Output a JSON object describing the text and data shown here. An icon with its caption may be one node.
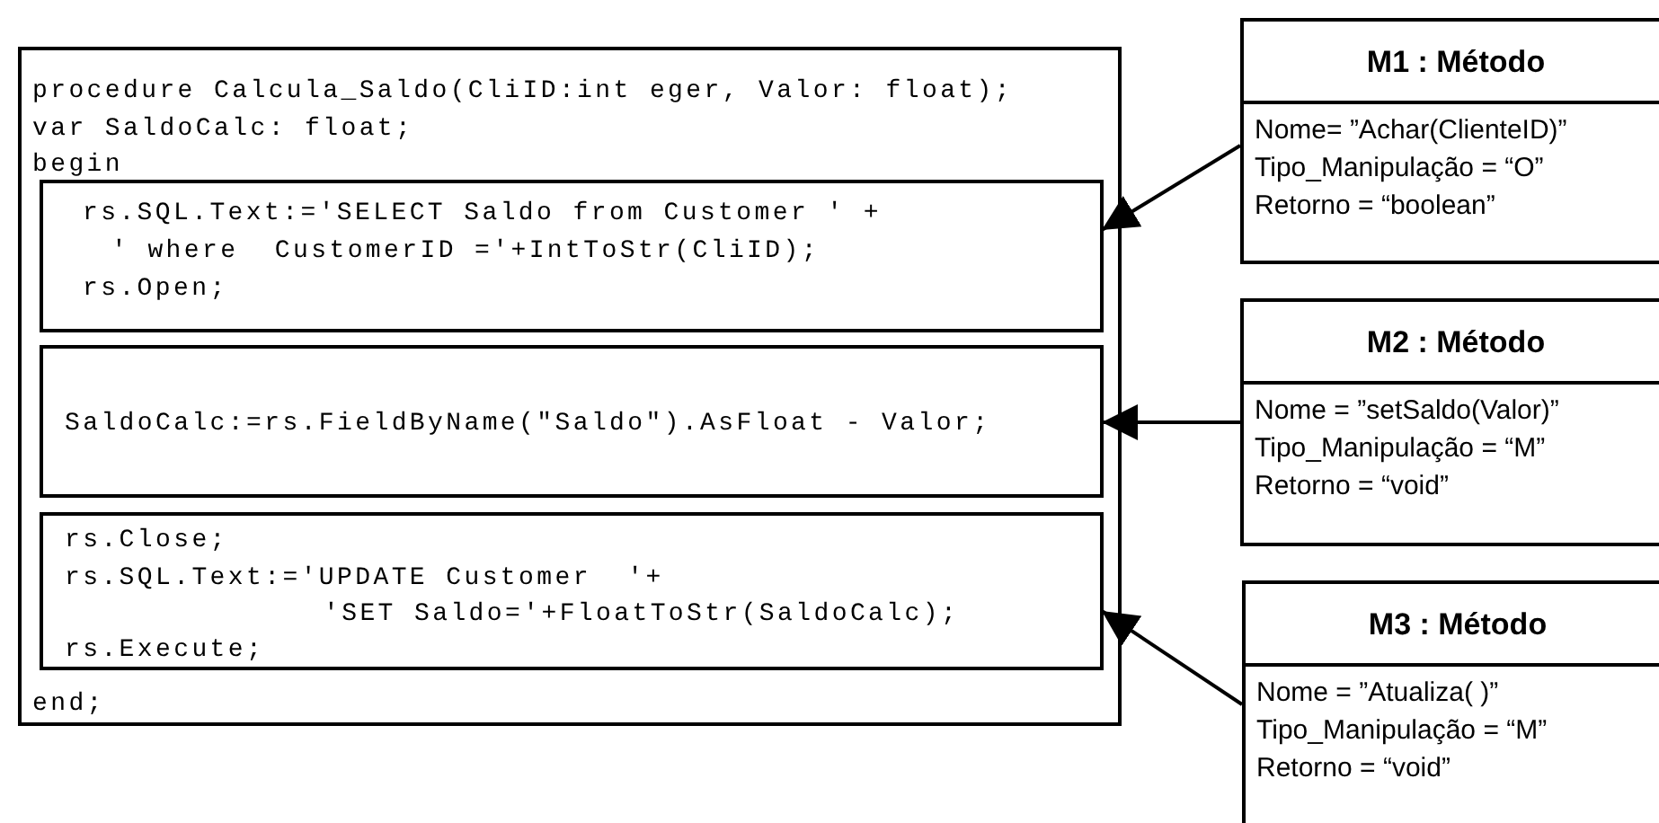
{
  "diagram": {
    "nodes": [
      {
        "text": [
          "procedure Calcula_Saldo(CliID:int eger, Valor: float);",
          "var SaldoCalc: float;",
          "begin",
          "end;"
        ]
      },
      {
        "text": [
          "rs.SQL.Text:='SELECT Saldo from Customer ' +",
          "' where  CustomerID ='+IntToStr(CliID);",
          "rs.Open;"
        ],
        "in": 0
      },
      {
        "text": [
          "SaldoCalc:=rs.FieldByName(\"Saldo\").AsFloat - Valor;"
        ],
        "in": 0
      },
      {
        "text": [
          "rs.Close;",
          "rs.SQL.Text:='UPDATE Customer  '+",
          "'SET Saldo='+FloatToStr(SaldoCalc);",
          "rs.Execute;"
        ],
        "in": 0
      },
      {
        "text": [
          "M1 : Método",
          "Nome= ”Achar(ClienteID)”",
          "Tipo_Manipulação = “O”",
          "Retorno = “boolean”"
        ]
      },
      {
        "text": [
          "M2 : Método",
          "Nome = ”setSaldo(Valor)”",
          "Tipo_Manipulação = “M”",
          "Retorno = “void”"
        ]
      },
      {
        "text": [
          "M3 : Método",
          "Nome = ”Atualiza( )”",
          "Tipo_Manipulação = “M”",
          "Retorno = “void”"
        ]
      }
    ],
    "edges": [
      {
        "from": 4,
        "to": 1,
        "arrow": "to"
      },
      {
        "from": 5,
        "to": 2,
        "arrow": "to"
      },
      {
        "from": 6,
        "to": 3,
        "arrow": "to"
      }
    ]
  }
}
